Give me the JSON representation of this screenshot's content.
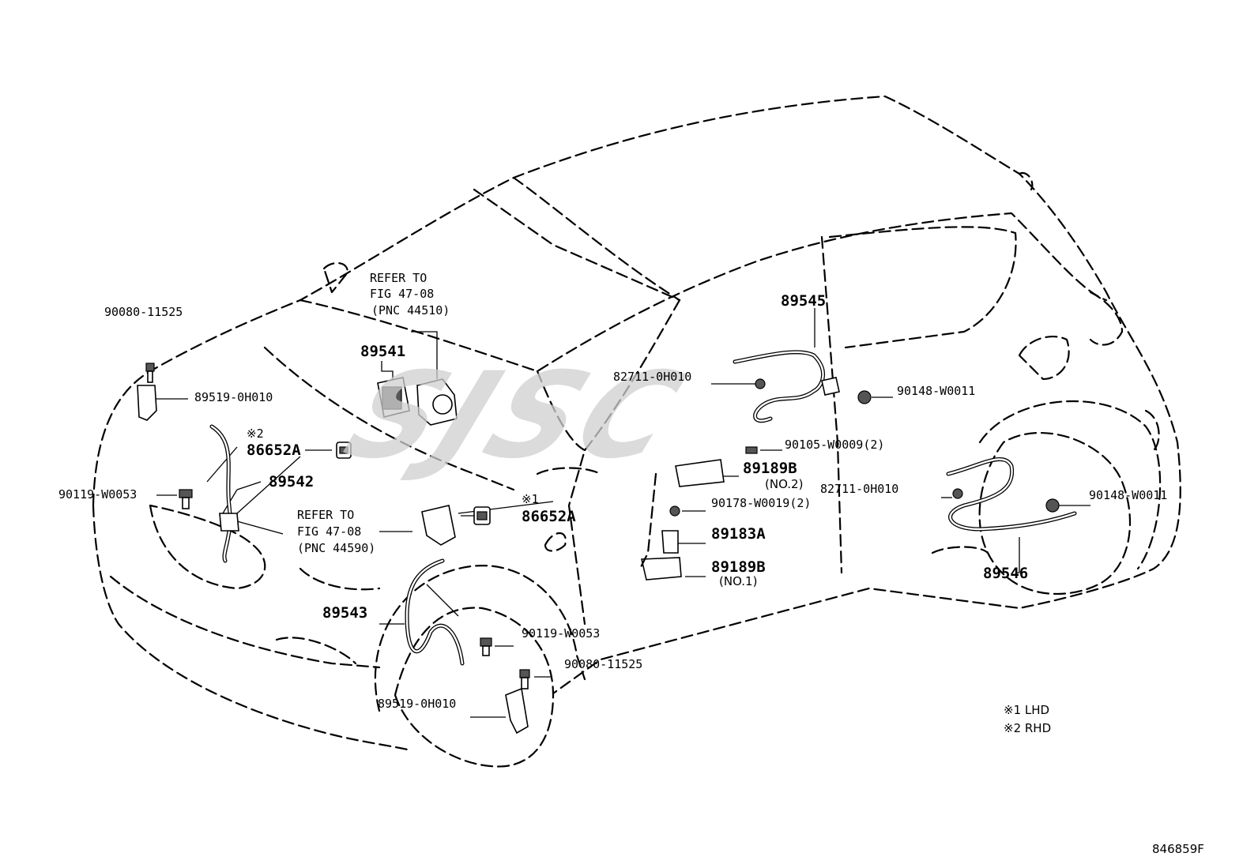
{
  "watermark": "SJSC",
  "labels": {
    "p90080_top": "90080-11525",
    "p89519_top": "89519-0H010",
    "mark2": "※2",
    "p86652A_left": "86652A",
    "p89542": "89542",
    "p90119_left": "90119-W0053",
    "refer_top_1": "REFER TO",
    "refer_top_2": "FIG 47-08",
    "refer_top_3": "(PNC 44510)",
    "p89541": "89541",
    "refer_bot_1": "REFER TO",
    "refer_bot_2": "FIG 47-08",
    "refer_bot_3": "(PNC 44590)",
    "mark1": "※1",
    "p86652A_mid": "86652A",
    "p89543": "89543",
    "p90119_bot": "90119-W0053",
    "p90080_bot": "90080-11525",
    "p89519_bot": "89519-0H010",
    "p89545": "89545",
    "p82711_top": "82711-0H010",
    "p90148_top": "90148-W0011",
    "p90105": "90105-W0009(2)",
    "p89189B_top": "89189B",
    "no2": "(NO.2)",
    "p82711_right": "82711-0H010",
    "p90148_right": "90148-W0011",
    "p90178": "90178-W0019(2)",
    "p89183A": "89183A",
    "p89189B_bot": "89189B",
    "no1": "(NO.1)",
    "p89546": "89546",
    "legend_1": "※1 LHD",
    "legend_2": "※2 RHD",
    "figure_id": "846859F"
  }
}
